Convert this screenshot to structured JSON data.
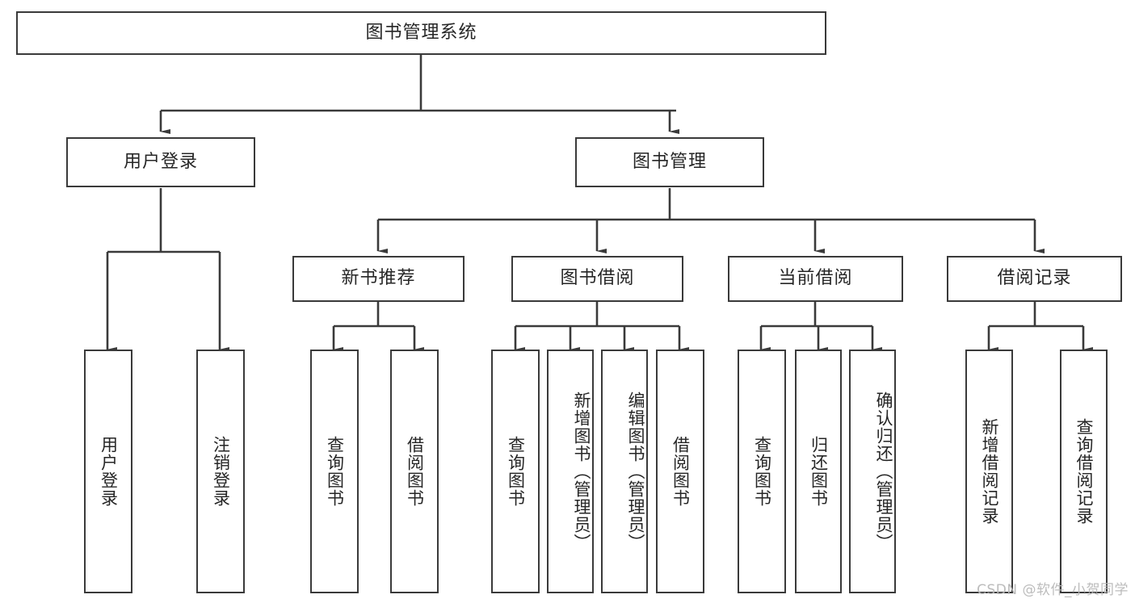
{
  "diagram": {
    "title_node": {
      "label": "图书管理系统"
    },
    "watermark": "CSDN @软件_小贺同学",
    "level2": [
      {
        "id": "user-login",
        "label": "用户登录"
      },
      {
        "id": "book-manage",
        "label": "图书管理"
      }
    ],
    "level3": [
      {
        "id": "new-book-recommend",
        "label": "新书推荐"
      },
      {
        "id": "book-borrow",
        "label": "图书借阅"
      },
      {
        "id": "current-borrow",
        "label": "当前借阅"
      },
      {
        "id": "borrow-record",
        "label": "借阅记录"
      }
    ],
    "leaves": [
      {
        "id": "leaf-user-login",
        "label": "用户登录",
        "parent": "user-login"
      },
      {
        "id": "leaf-logout-login",
        "label": "注销登录",
        "parent": "user-login"
      },
      {
        "id": "leaf-query-book-1",
        "label": "查询图书",
        "parent": "new-book-recommend"
      },
      {
        "id": "leaf-borrow-book-1",
        "label": "借阅图书",
        "parent": "new-book-recommend"
      },
      {
        "id": "leaf-query-book-2",
        "label": "查询图书",
        "parent": "book-borrow"
      },
      {
        "id": "leaf-add-book",
        "label": "新增图书（管理员）",
        "parent": "book-borrow"
      },
      {
        "id": "leaf-edit-book",
        "label": "编辑图书（管理员）",
        "parent": "book-borrow"
      },
      {
        "id": "leaf-borrow-book-2",
        "label": "借阅图书",
        "parent": "book-borrow"
      },
      {
        "id": "leaf-query-book-3",
        "label": "查询图书",
        "parent": "current-borrow"
      },
      {
        "id": "leaf-return-book",
        "label": "归还图书",
        "parent": "current-borrow"
      },
      {
        "id": "leaf-confirm-return",
        "label": "确认归还（管理员）",
        "parent": "current-borrow"
      },
      {
        "id": "leaf-add-record",
        "label": "新增借阅记录",
        "parent": "borrow-record"
      },
      {
        "id": "leaf-query-record",
        "label": "查询借阅记录",
        "parent": "borrow-record"
      }
    ],
    "colors": {
      "stroke": "#3a3a3a",
      "background": "#ffffff",
      "text": "#262626",
      "watermark": "#b9b9b9"
    }
  }
}
